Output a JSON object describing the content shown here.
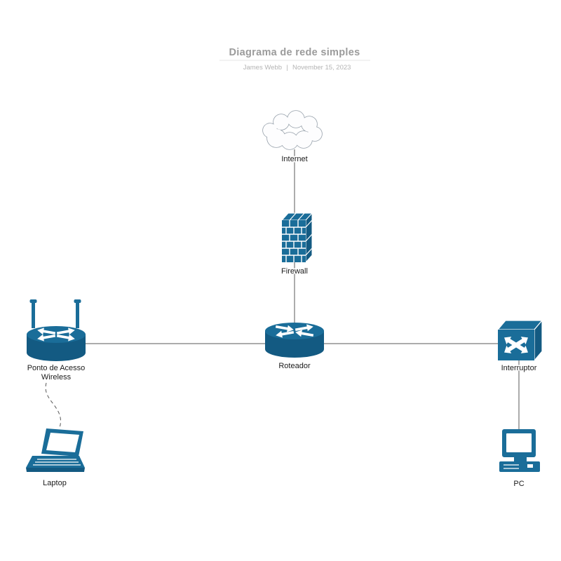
{
  "header": {
    "title": "Diagrama de rede simples",
    "author": "James Webb",
    "separator": "|",
    "date": "November 15, 2023"
  },
  "colors": {
    "node_blue": "#1a6d99",
    "node_blue_dark": "#135a82",
    "connector_gray": "#595959",
    "title_gray": "#9b9b9b",
    "byline_gray": "#b4b4b4",
    "cloud_outline": "#97a1ab"
  },
  "nodes": {
    "internet": {
      "label": "Internet",
      "icon": "cloud-icon"
    },
    "firewall": {
      "label": "Firewall",
      "icon": "firewall-brick-wall-icon"
    },
    "router": {
      "label": "Roteador",
      "icon": "router-cylinder-icon"
    },
    "access_point": {
      "label_line1": "Ponto de Acesso",
      "label_line2": "Wireless",
      "icon": "wireless-access-point-icon"
    },
    "switch": {
      "label": "Interruptor",
      "icon": "network-switch-icon"
    },
    "laptop": {
      "label": "Laptop",
      "icon": "laptop-icon"
    },
    "pc": {
      "label": "PC",
      "icon": "desktop-pc-icon"
    }
  },
  "edges": [
    {
      "from": "internet",
      "to": "firewall",
      "style": "solid"
    },
    {
      "from": "firewall",
      "to": "router",
      "style": "solid"
    },
    {
      "from": "access_point",
      "to": "router",
      "style": "solid"
    },
    {
      "from": "router",
      "to": "switch",
      "style": "solid"
    },
    {
      "from": "switch",
      "to": "pc",
      "style": "solid"
    },
    {
      "from": "access_point",
      "to": "laptop",
      "style": "dashed"
    }
  ]
}
